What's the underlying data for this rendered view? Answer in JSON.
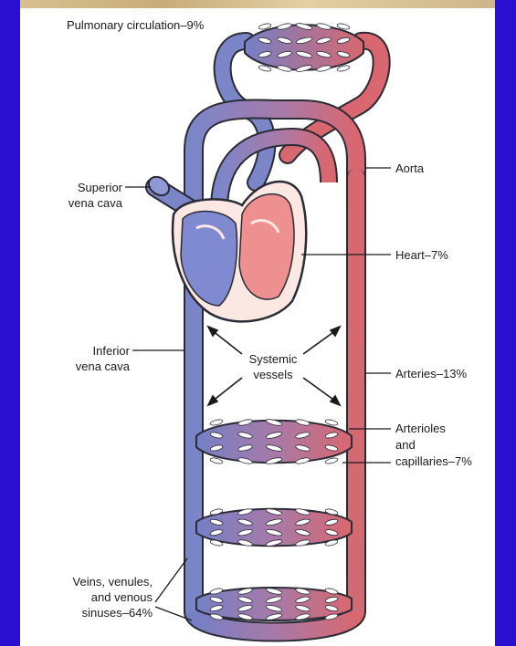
{
  "labels": {
    "pulmonary": "Pulmonary circulation–9%",
    "superior_1": "Superior",
    "superior_2": "vena cava",
    "aorta": "Aorta",
    "heart": "Heart–7%",
    "inferior_1": "Inferior",
    "inferior_2": "vena cava",
    "systemic_1": "Systemic",
    "systemic_2": "vessels",
    "arteries": "Arteries–13%",
    "arterioles_1": "Arterioles",
    "arterioles_2": "and",
    "arterioles_3": "capillaries–7%",
    "veins_1": "Veins, venules,",
    "veins_2": "and venous",
    "veins_3": "sinuses–64%"
  },
  "colors": {
    "venous": "#7b86c9",
    "arterial": "#d9676f",
    "outline": "#2b2b35",
    "frame": "#2a0fd0"
  }
}
